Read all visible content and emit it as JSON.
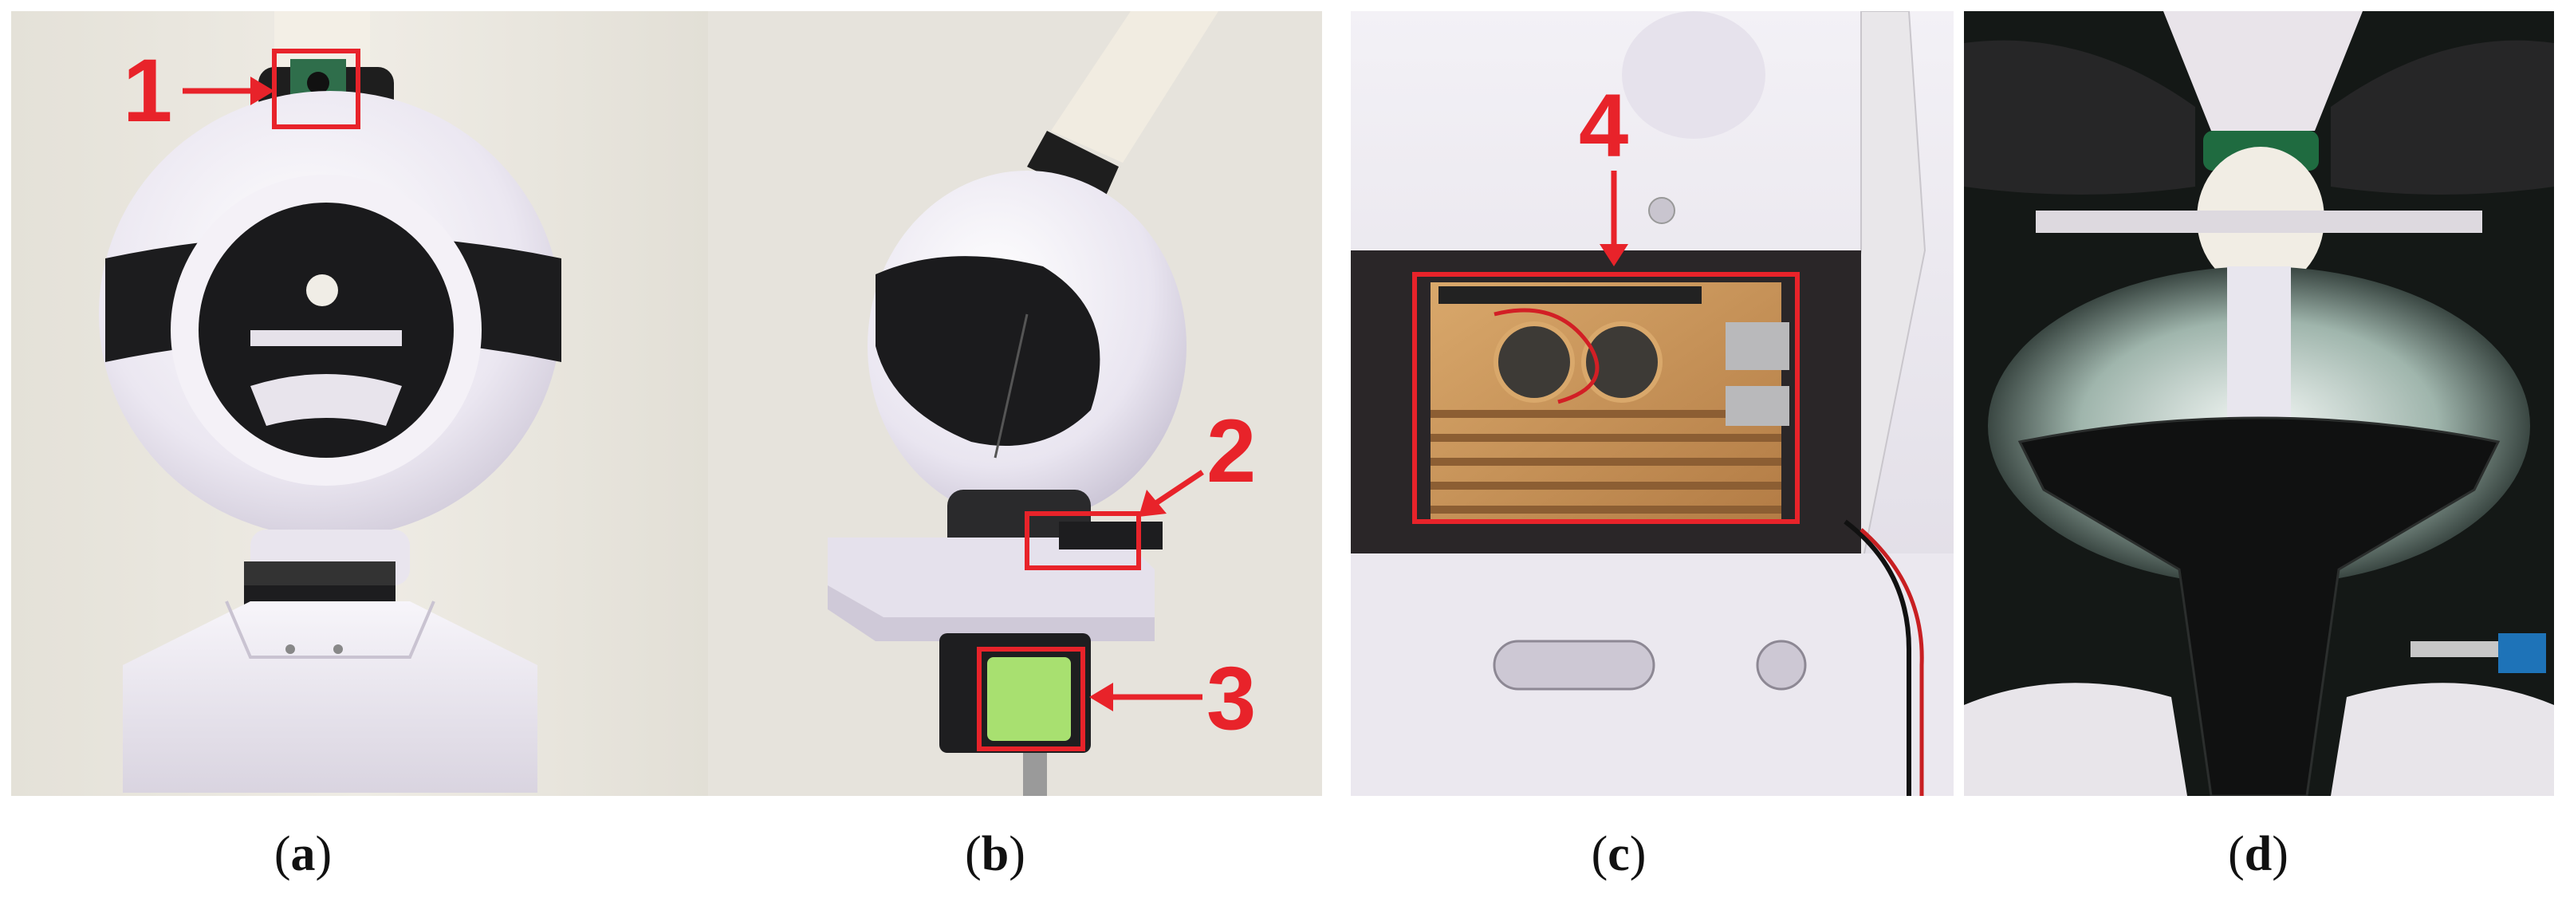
{
  "panels": [
    {
      "id": "a",
      "caption_label": "a",
      "marker_label": "1"
    },
    {
      "id": "b",
      "caption_label": "b",
      "markers": [
        "2",
        "3"
      ]
    },
    {
      "id": "c",
      "caption_label": "c",
      "marker_label": "4"
    },
    {
      "id": "d",
      "caption_label": "d"
    }
  ],
  "colors": {
    "annotation_red": "#e8232a",
    "robot_body": "#ece8f0",
    "robot_black": "#1c1c1e",
    "wall": "#e9e6dd",
    "heatsink_gold": "#c8935a",
    "battery_green": "#a8e070"
  }
}
